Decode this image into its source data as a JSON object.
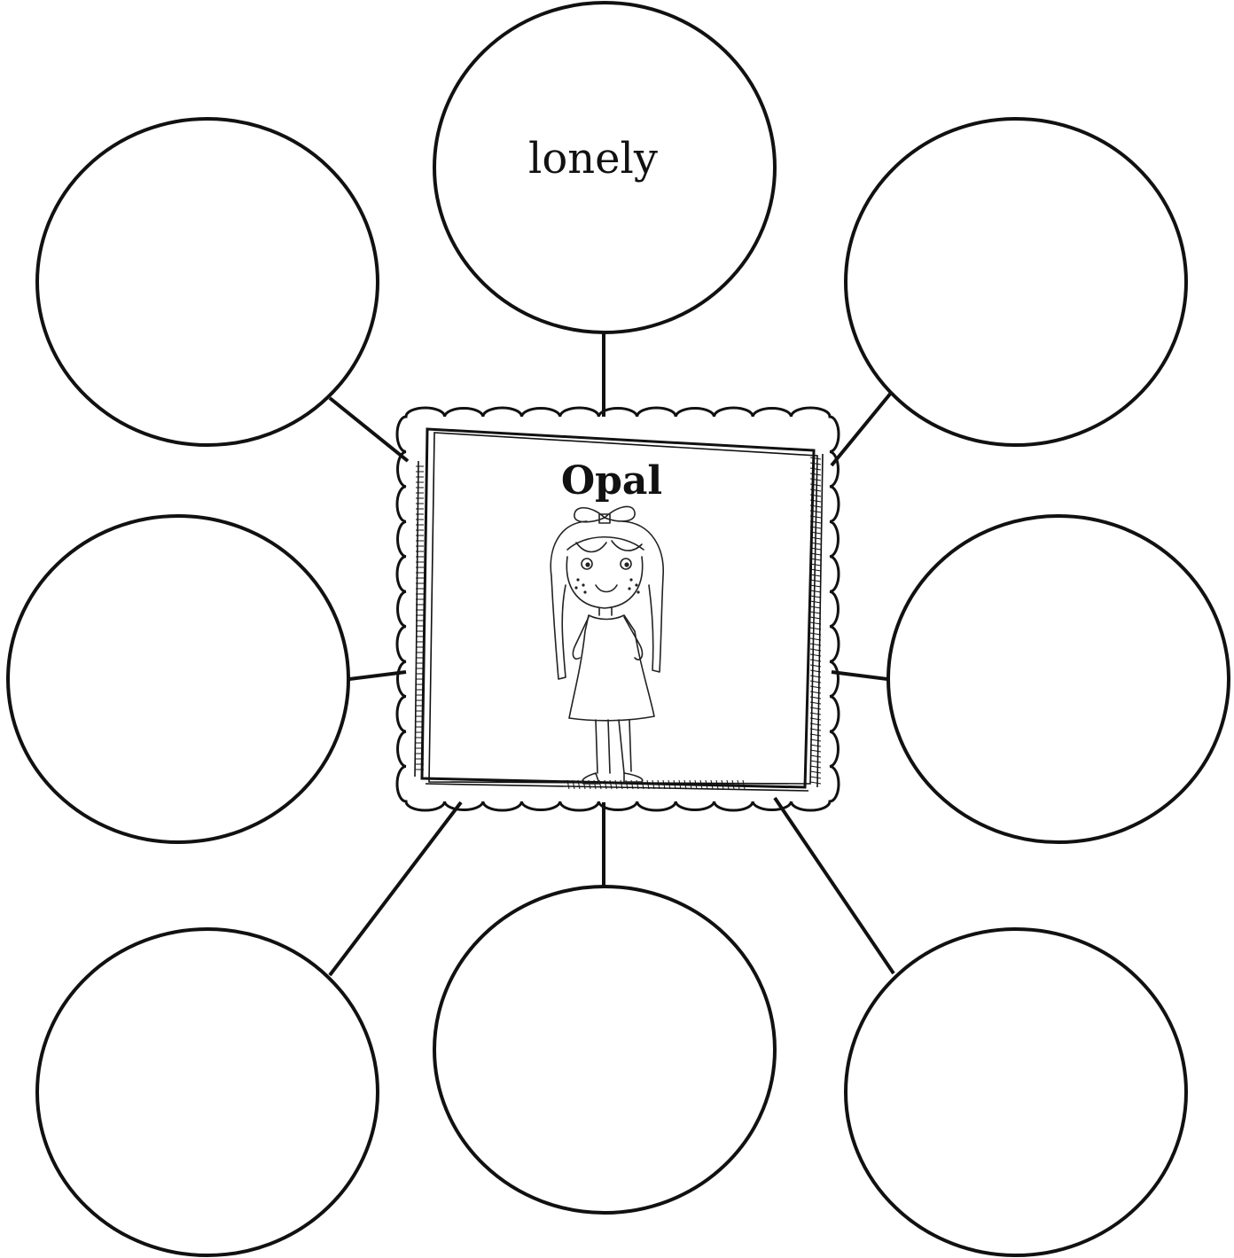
{
  "center": {
    "title": "Opal",
    "illustration": "girl-drawing-icon"
  },
  "bubbles": [
    {
      "id": "top",
      "text": "lonely"
    },
    {
      "id": "upper-left",
      "text": ""
    },
    {
      "id": "upper-right",
      "text": ""
    },
    {
      "id": "middle-left",
      "text": ""
    },
    {
      "id": "middle-right",
      "text": ""
    },
    {
      "id": "lower-left",
      "text": ""
    },
    {
      "id": "bottom",
      "text": ""
    },
    {
      "id": "lower-right",
      "text": ""
    }
  ],
  "colors": {
    "stroke": "#111111",
    "background": "#ffffff"
  }
}
